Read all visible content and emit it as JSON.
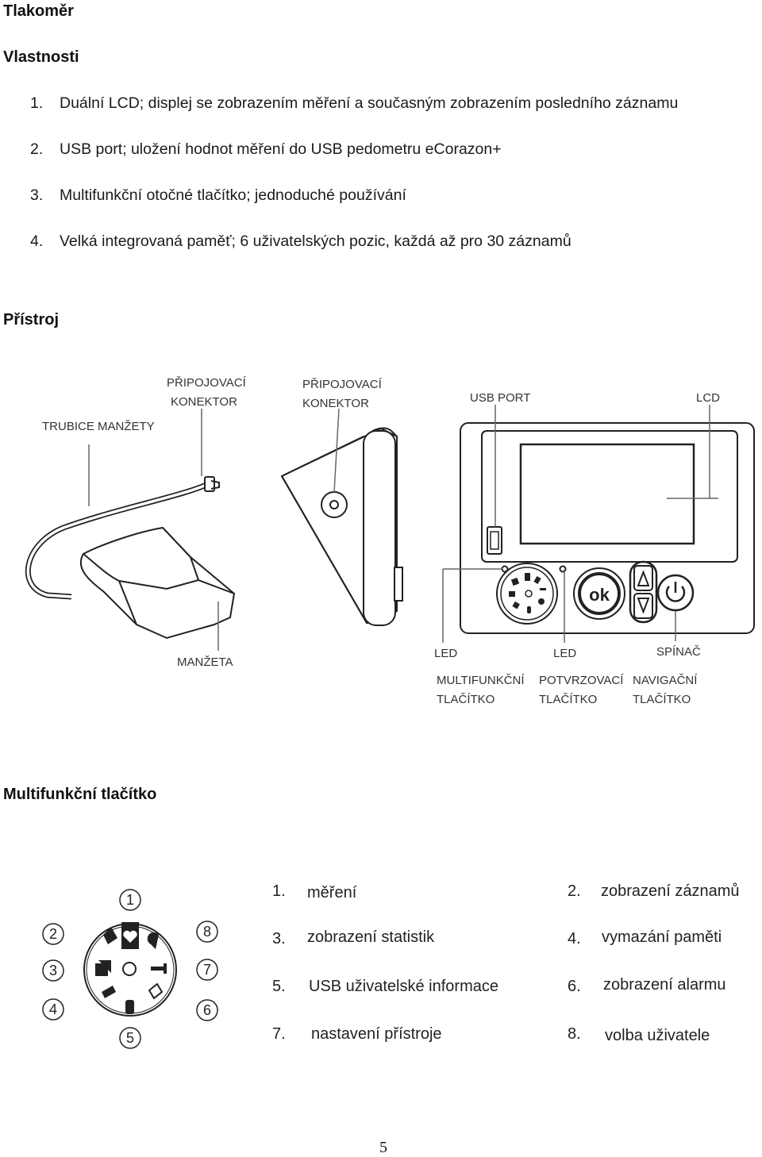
{
  "title": "Tlakoměr",
  "section_properties": "Vlastnosti",
  "features": [
    {
      "num": "1.",
      "text": "Duální LCD; displej se zobrazením měření a současným zobrazením posledního záznamu"
    },
    {
      "num": "2.",
      "text": "USB port; uložení hodnot měření do USB pedometru eCorazon+"
    },
    {
      "num": "3.",
      "text": "Multifunkční otočné tlačítko; jednoduché používání"
    },
    {
      "num": "4.",
      "text": "Velká integrovaná paměť; 6 uživatelských pozic, každá až pro 30 záznamů"
    }
  ],
  "section_device": "Přístroj",
  "device_labels": {
    "cuff_tube": "TRUBICE MANŽETY",
    "connector_1_line1": "PŘIPOJOVACÍ",
    "connector_1_line2": "KONEKTOR",
    "connector_2_line1": "PŘIPOJOVACÍ",
    "connector_2_line2": "KONEKTOR",
    "usb_port": "USB PORT",
    "lcd": "LCD",
    "cuff": "MANŽETA",
    "led_1": "LED",
    "led_2": "LED",
    "switch": "SPÍNAČ",
    "multi_btn_line1": "MULTIFUNKČNÍ",
    "multi_btn_line2": "TLAČÍTKO",
    "confirm_btn_line1": "POTVRZOVACÍ",
    "confirm_btn_line2": "TLAČÍTKO",
    "nav_btn_line1": "NAVIGAČNÍ",
    "nav_btn_line2": "TLAČÍTKO",
    "ok_label": "ok"
  },
  "section_multifunction": "Multifunkční tlačítko",
  "dial_numbers": [
    "1",
    "2",
    "3",
    "4",
    "5",
    "6",
    "7",
    "8"
  ],
  "functions": [
    {
      "num": "1.",
      "text": "měření"
    },
    {
      "num": "2.",
      "text": "zobrazení záznamů"
    },
    {
      "num": "3.",
      "text": "zobrazení statistik"
    },
    {
      "num": "4.",
      "text": "vymazání paměti"
    },
    {
      "num": "5.",
      "text": "USB uživatelské informace"
    },
    {
      "num": "6.",
      "text": "zobrazení alarmu"
    },
    {
      "num": "7.",
      "text": "nastavení přístroje"
    },
    {
      "num": "8.",
      "text": "volba uživatele"
    }
  ],
  "page_number": "5"
}
